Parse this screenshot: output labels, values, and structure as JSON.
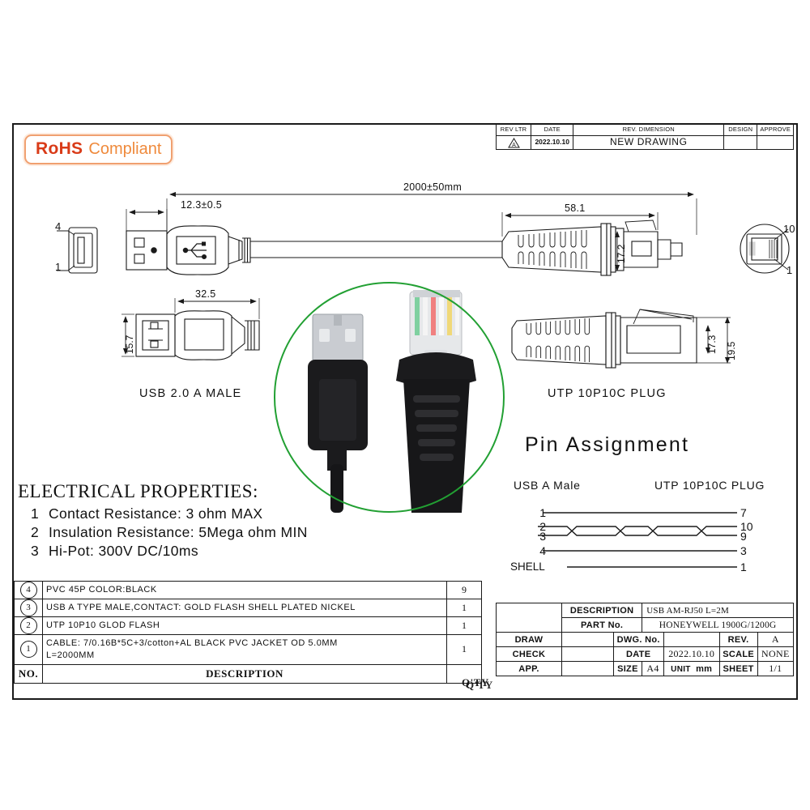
{
  "badge": {
    "bold_text": "RoHS",
    "text": "Compliant"
  },
  "revision_table": {
    "headers": [
      "REV LTR",
      "DATE",
      "REV. DIMENSION",
      "DESIGN",
      "APPROVE"
    ],
    "row": {
      "rev_ltr": "",
      "date": "2022.10.10",
      "dimension": "NEW DRAWING",
      "design": "",
      "approve": ""
    }
  },
  "dimensions": {
    "overall_length": "2000±50mm",
    "usb_overmold": "12.3±0.5",
    "usb_total": "32.5",
    "usb_height": "15.7",
    "rj50_length": "58.1",
    "rj50_boot_height": "17.2",
    "rj50_body_height": "17.3",
    "rj50_overall_height": "19.5"
  },
  "connector_labels": {
    "usb": "USB 2.0 A MALE",
    "rj50": "UTP 10P10C PLUG"
  },
  "end_view_pins": {
    "usb_top": "4",
    "usb_bottom": "1",
    "rj50_top": "10",
    "rj50_bottom": "1"
  },
  "electrical": {
    "title": "ELECTRICAL PROPERTIES:",
    "items": [
      {
        "n": "1",
        "text": "Contact Resistance:  3 ohm MAX"
      },
      {
        "n": "2",
        "text": "Insulation Resistance:  5Mega ohm   MIN"
      },
      {
        "n": "3",
        "text": "Hi-Pot:  300V DC/10ms"
      }
    ]
  },
  "pin_assignment": {
    "title": "Pin Assignment",
    "left_header": "USB A Male",
    "right_header": "UTP 10P10C PLUG",
    "rows": [
      {
        "left": "1",
        "right": "7",
        "crossed": false
      },
      {
        "left": "2",
        "right": "10",
        "crossed": true
      },
      {
        "left": "3",
        "right": "9",
        "crossed": true
      },
      {
        "left": "4",
        "right": "3",
        "crossed": false
      },
      {
        "left": "SHELL",
        "right": "1",
        "crossed": false
      }
    ]
  },
  "bom": {
    "columns": [
      "NO.",
      "DESCRIPTION",
      "Q'TY"
    ],
    "rows": [
      {
        "no": "4",
        "description": "PVC 45P COLOR:BLACK",
        "qty": "9"
      },
      {
        "no": "3",
        "description": "USB A TYPE MALE,CONTACT:  GOLD    FLASH  SHELL  PLATED  NICKEL",
        "qty": "1"
      },
      {
        "no": "2",
        "description": "UTP  10P10  GLOD  FLASH",
        "qty": "1"
      },
      {
        "no": "1",
        "description": "CABLE: 7/0.16B*5C+3/cotton+AL  BLACK  PVC  JACKET  OD  5.0MM\nL=2000MM",
        "qty": "1"
      }
    ]
  },
  "title_block": {
    "description_label": "DESCRIPTION",
    "description_value": "USB AM-RJ50 L=2M",
    "part_no_label": "PART  No.",
    "part_no_value": "HONEYWELL  1900G/1200G",
    "draw_label": "DRAW",
    "draw_value": "",
    "check_label": "CHECK",
    "check_value": "",
    "app_label": "APP.",
    "app_value": "",
    "dwg_no_label": "DWG.  No.",
    "dwg_no_value": "",
    "date_label": "DATE",
    "date_value": "2022.10.10",
    "size_label": "SIZE",
    "size_value": "A4",
    "unit_label": "UNIT",
    "unit_value": "mm",
    "rev_label": "REV.",
    "rev_value": "A",
    "scale_label": "SCALE",
    "scale_value": "NONE",
    "sheet_label": "SHEET",
    "sheet_value": "1/1"
  },
  "colors": {
    "rohs_red": "#d93b18",
    "rohs_orange": "#ef8a3c",
    "inset_ring_green": "#22a033",
    "line": "#1a1a1a"
  }
}
